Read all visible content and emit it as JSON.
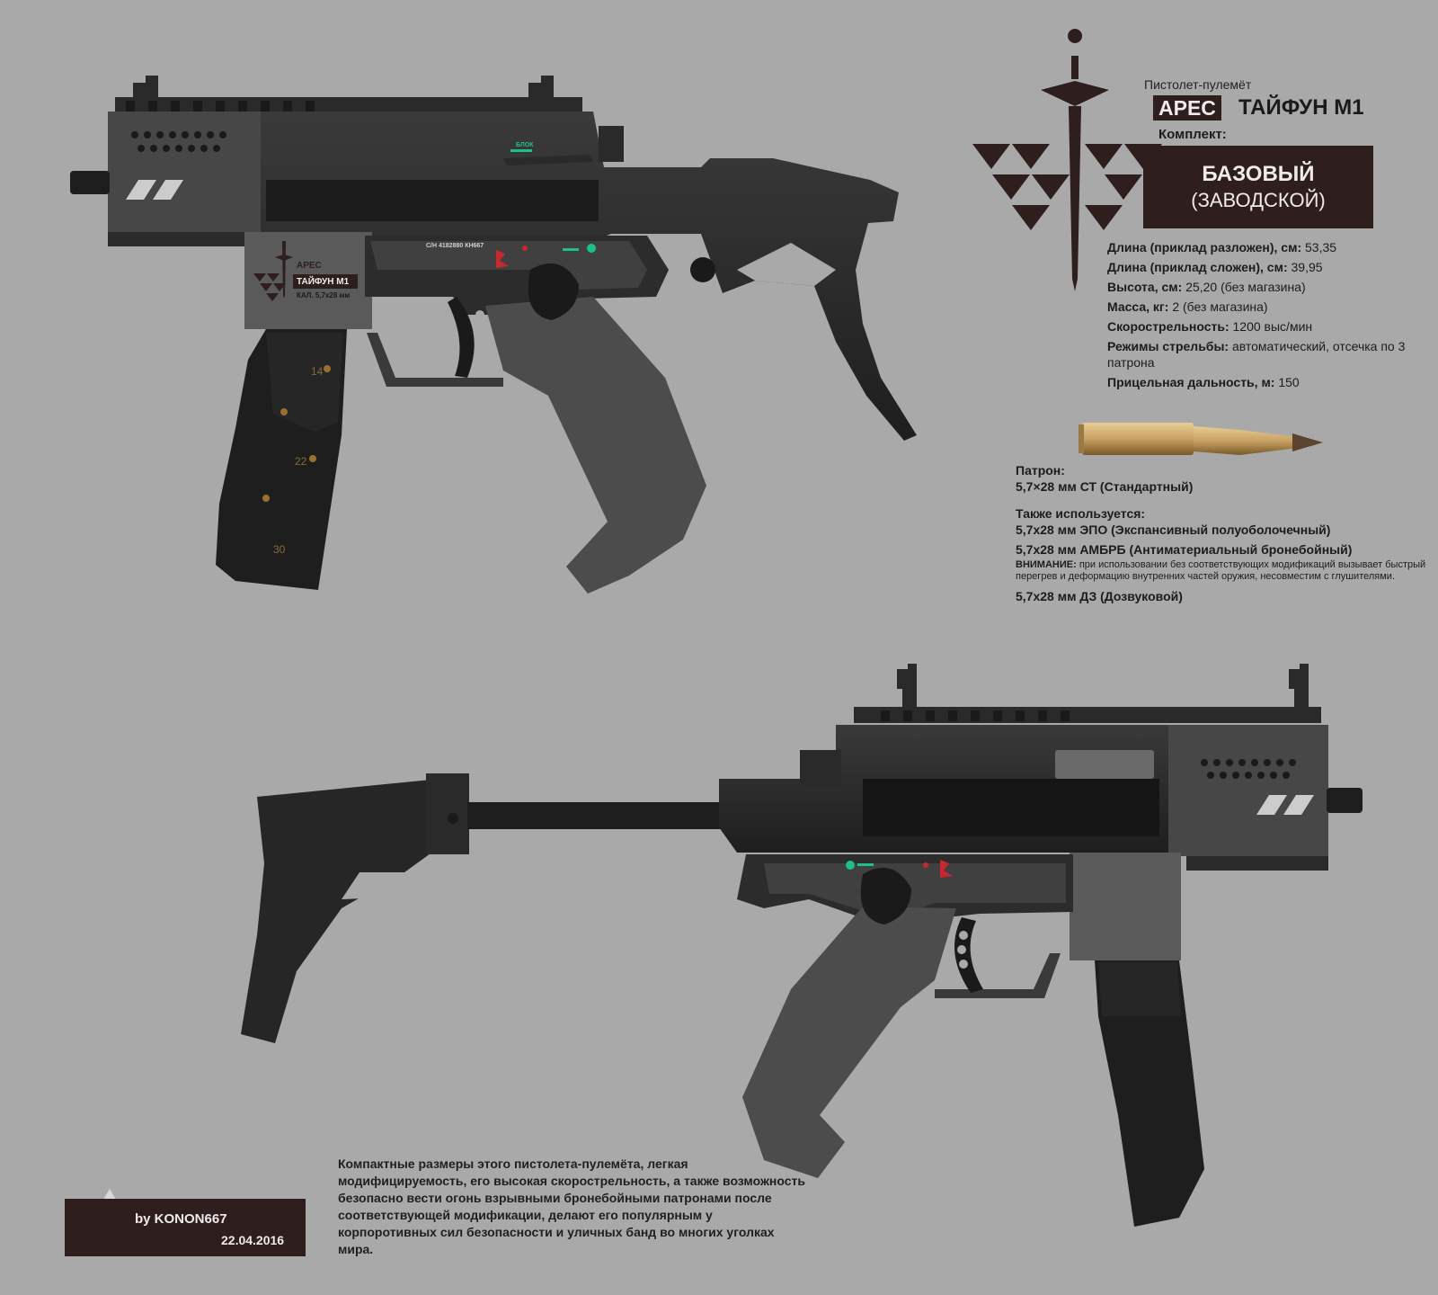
{
  "header": {
    "subtitle": "Пистолет-пулемёт",
    "brand": "АРЕС",
    "model": "ТАЙФУН М1",
    "kit_label": "Комплект:",
    "kit_line1": "БАЗОВЫЙ",
    "kit_line2": "(ЗАВОДСКОЙ)"
  },
  "specs": [
    {
      "label": "Длина (приклад разложен), см:",
      "value": "53,35"
    },
    {
      "label": "Длина (приклад сложен), см:",
      "value": "39,95"
    },
    {
      "label": "Высота, см:",
      "value": "25,20 (без магазина)"
    },
    {
      "label": "Масса, кг:",
      "value": "2 (без магазина)"
    },
    {
      "label": "Скорострельность:",
      "value": "1200 выс/мин"
    },
    {
      "label": "Режимы стрельбы:",
      "value": "автоматический, отсечка по 3 патрона"
    },
    {
      "label": "Прицельная дальность, м:",
      "value": "150"
    }
  ],
  "ammo": {
    "label": "Патрон:",
    "standard": "5,7×28 мм СТ (Стандартный)",
    "also_label": "Также используется:",
    "alt1": "5,7х28 мм ЭПО (Экспансивный полуоболочечный)",
    "alt2": "5,7х28 мм АМБРБ (Антиматериальный бронебойный)",
    "warning_label": "ВНИМАНИЕ:",
    "warning_text": "при использовании без соответствующих модификаций вызывает быстрый перегрев и деформацию внутренних частей оружия, несовместим с глушителями.",
    "alt3": "5,7х28 мм ДЗ (Дозвуковой)"
  },
  "gun_markings": {
    "brand": "АРЕС",
    "model": "ТАЙФУН М1",
    "caliber": "КАЛ. 5,7х28 мм",
    "serial": "С/Н 4182880 КН667",
    "safety": "БЛОК",
    "rounds": [
      "14",
      "22",
      "30"
    ]
  },
  "description": "Компактные размеры этого пистолета-пулемёта, легкая модифицируемость, его высокая скорострельность, а также возможность безопасно вести огонь взрывными бронебойными патронами после соответствующей модификации, делают его популярным у корпоротивных сил безопасности и уличных банд во многих уголках мира.",
  "credit": {
    "by": "by KONON667",
    "date": "22.04.2016"
  },
  "colors": {
    "background": "#a9a9a9",
    "dark_brown": "#2e1e1e",
    "gun_black": "#2a2a2a",
    "gun_gray": "#4c4c4c",
    "accent_red": "#c8282d",
    "accent_green": "#1fbf8c",
    "brass": "#c9a062"
  }
}
